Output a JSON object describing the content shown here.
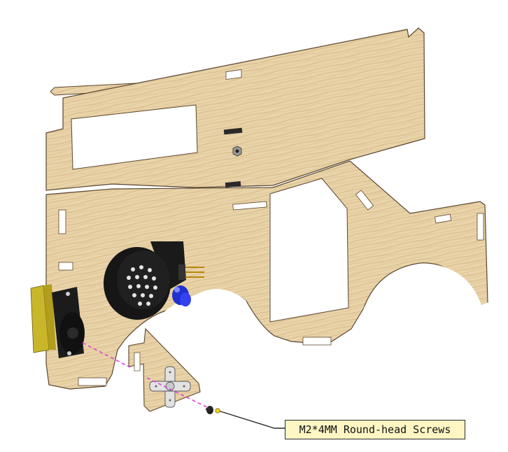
{
  "callout": {
    "label": "M2*4MM Round-head Screws"
  },
  "colors": {
    "wood_base": "#e9d3a8",
    "wood_grain": "#d2b37e",
    "outline": "#5a4630",
    "servo_yellow": "#c9b62a",
    "servo_black": "#1b1b1b",
    "buzzer_black": "#161616",
    "led_blue": "#1f2fd0",
    "screw_line": "#e040e0",
    "callout_fill": "#fff6c4"
  },
  "icons": {
    "callout_anchor": "yellow-dot",
    "screw_path": "dashed-magenta-line"
  }
}
